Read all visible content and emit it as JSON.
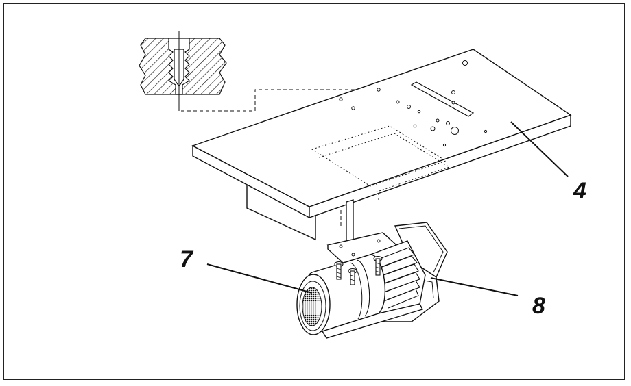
{
  "diagram": {
    "callouts": [
      {
        "id": "4",
        "text": "4",
        "target": "table-top"
      },
      {
        "id": "7",
        "text": "7",
        "target": "motor"
      },
      {
        "id": "8",
        "text": "8",
        "target": "motor-bracket"
      }
    ],
    "colors": {
      "line": "#111111",
      "fill": "#ffffff",
      "shade": "#e6e6e6"
    }
  }
}
